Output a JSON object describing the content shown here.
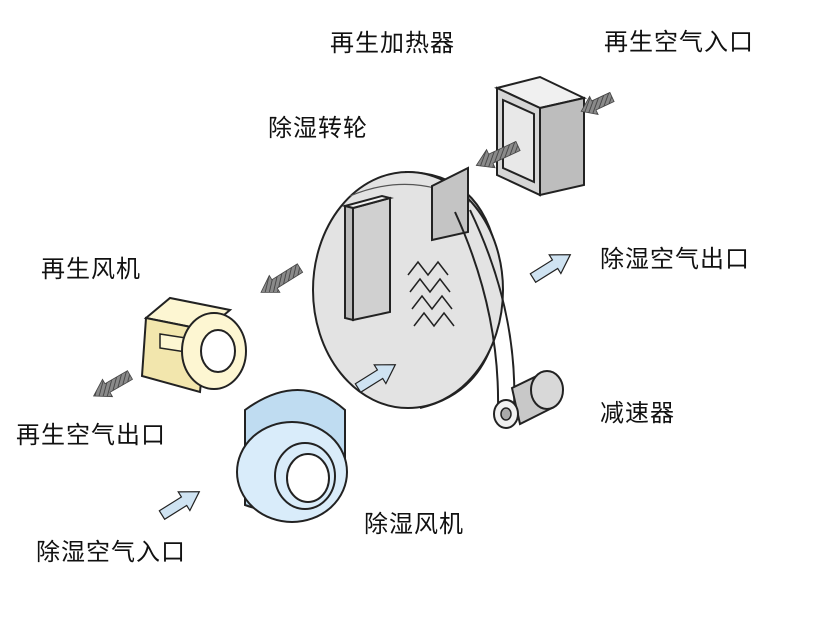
{
  "labels": {
    "regen_heater": "再生加热器",
    "regen_air_inlet": "再生空气入口",
    "desiccant_wheel": "除湿转轮",
    "regen_fan": "再生风机",
    "dry_air_outlet": "除湿空气出口",
    "regen_air_outlet": "再生空气出口",
    "reducer": "减速器",
    "process_fan": "除湿风机",
    "process_air_inlet": "除湿空气入口"
  },
  "colors": {
    "background": "#ffffff",
    "outline": "#222222",
    "component_fill": "#e6e6e6",
    "regen_fan_fill": "#fdf6d2",
    "process_fan_fill": "#d9ecfa",
    "hot_air_arrow": "#707070",
    "dry_air_arrow": "#cfe3f2"
  }
}
